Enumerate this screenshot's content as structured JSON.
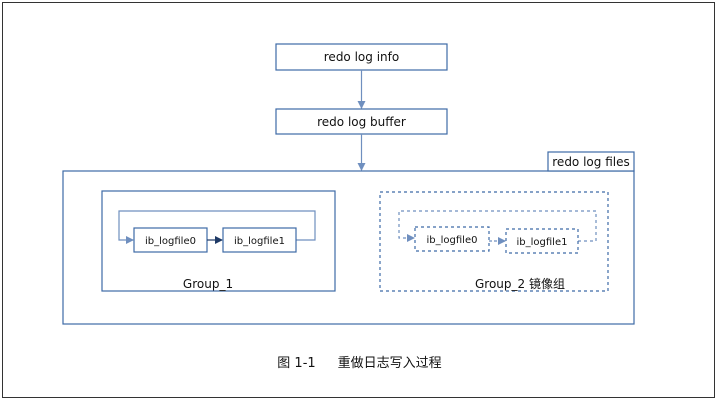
{
  "diagram": {
    "redo_log_info": "redo log info",
    "redo_log_buffer": "redo log buffer",
    "redo_log_files": "redo log files",
    "group1": {
      "label": "Group_1",
      "file0": "ib_logfile0",
      "file1": "ib_logfile1"
    },
    "group2": {
      "label": "Group_2 镜像组",
      "file0": "ib_logfile0",
      "file1": "ib_logfile1"
    }
  },
  "caption": {
    "number": "图 1-1",
    "title": "重做日志写入过程"
  },
  "colors": {
    "box_border": "#3e6aa6",
    "arrow": "#6f8fbf",
    "text": "#111111"
  }
}
